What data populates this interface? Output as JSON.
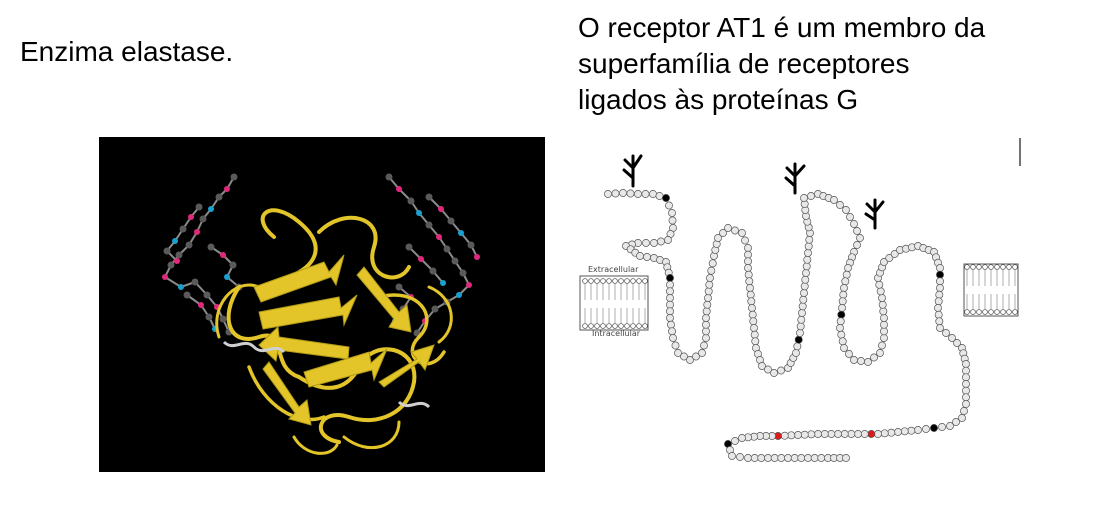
{
  "left_panel": {
    "caption": "Enzima elastase.",
    "image_subject": "elastase-enzyme-ribbon-structure"
  },
  "right_panel": {
    "caption_lines": [
      "O receptor AT1 é um membro da",
      "superfamília de receptores",
      "ligados às proteínas G"
    ],
    "diagram_labels": {
      "extracellular": "Extracellular",
      "intracellular": "Intracellular"
    }
  },
  "colors": {
    "ribbon": "#e3c52a",
    "ribbon_dark": "#b09a16",
    "atom_carbon": "#5a5a5a",
    "atom_oxygen": "#e0287c",
    "atom_nitrogen": "#1aa0d0",
    "residue_fill": "#e8e8e8",
    "residue_stroke": "#555555",
    "residue_highlight": "#000000",
    "residue_red": "#dd1a1a"
  }
}
